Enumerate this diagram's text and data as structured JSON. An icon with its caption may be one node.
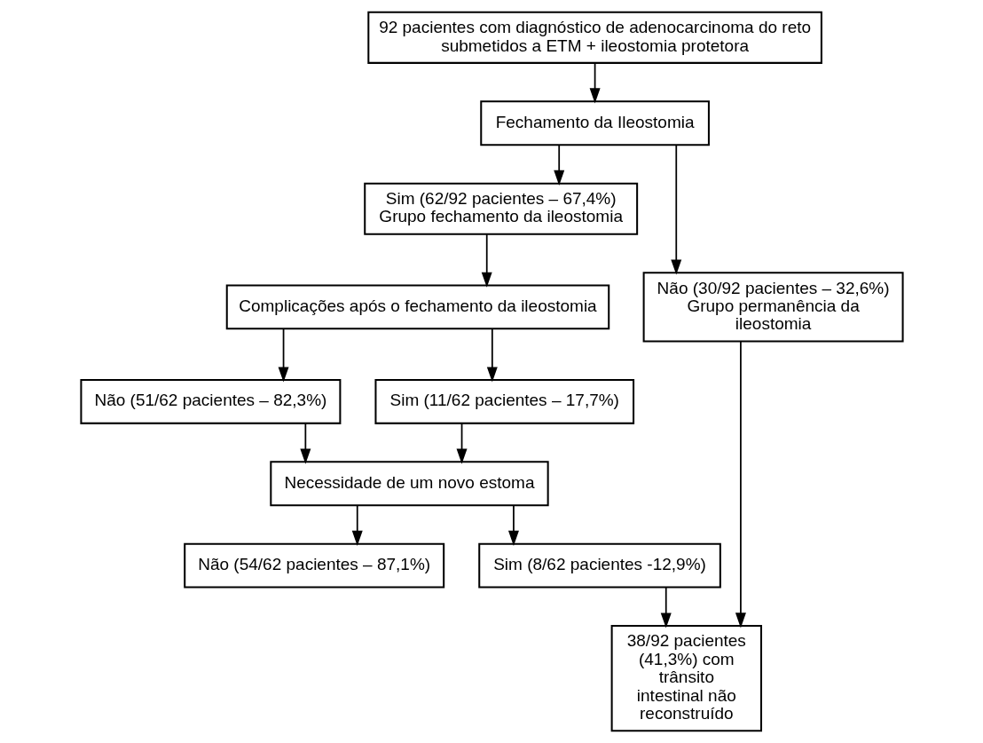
{
  "diagram": {
    "nodes": [
      {
        "text": [
          "92 pacientes com diagnóstico de adenocarcinoma do reto submetidos a ETM + ileostomia protetora"
        ]
      },
      {
        "text": [
          "Fechamento da Ileostomia"
        ]
      },
      {
        "text": [
          "Sim (62/92 pacientes – 67,4%)",
          "Grupo fechamento da ileostomia"
        ]
      },
      {
        "text": [
          "Não (30/92 pacientes – 32,6%)",
          "Grupo permanência da ileostomia"
        ]
      },
      {
        "text": [
          "Complicações após o fechamento da ileostomia"
        ]
      },
      {
        "text": [
          "Não (51/62 pacientes – 82,3%)"
        ]
      },
      {
        "text": [
          "Sim (11/62 pacientes – 17,7%)"
        ]
      },
      {
        "text": [
          "Necessidade de um novo estoma"
        ]
      },
      {
        "text": [
          "Não (54/62 pacientes – 87,1%)"
        ]
      },
      {
        "text": [
          "Sim (8/62 pacientes -12,9%)"
        ]
      },
      {
        "text": [
          "38/92 pacientes (41,3%) com trânsito intestinal não reconstruído"
        ]
      }
    ],
    "edges": [
      {
        "from": 0,
        "to": 1,
        "arrow": "to"
      },
      {
        "from": 1,
        "to": 2,
        "arrow": "to"
      },
      {
        "from": 1,
        "to": 3,
        "arrow": "to"
      },
      {
        "from": 2,
        "to": 4,
        "arrow": "to"
      },
      {
        "from": 3,
        "to": 10,
        "arrow": "to"
      },
      {
        "from": 4,
        "to": 5,
        "arrow": "to"
      },
      {
        "from": 4,
        "to": 6,
        "arrow": "to"
      },
      {
        "from": 5,
        "to": 7,
        "arrow": "to"
      },
      {
        "from": 6,
        "to": 7,
        "arrow": "to"
      },
      {
        "from": 7,
        "to": 8,
        "arrow": "to"
      },
      {
        "from": 7,
        "to": 9,
        "arrow": "to"
      },
      {
        "from": 9,
        "to": 10,
        "arrow": "to"
      }
    ]
  }
}
